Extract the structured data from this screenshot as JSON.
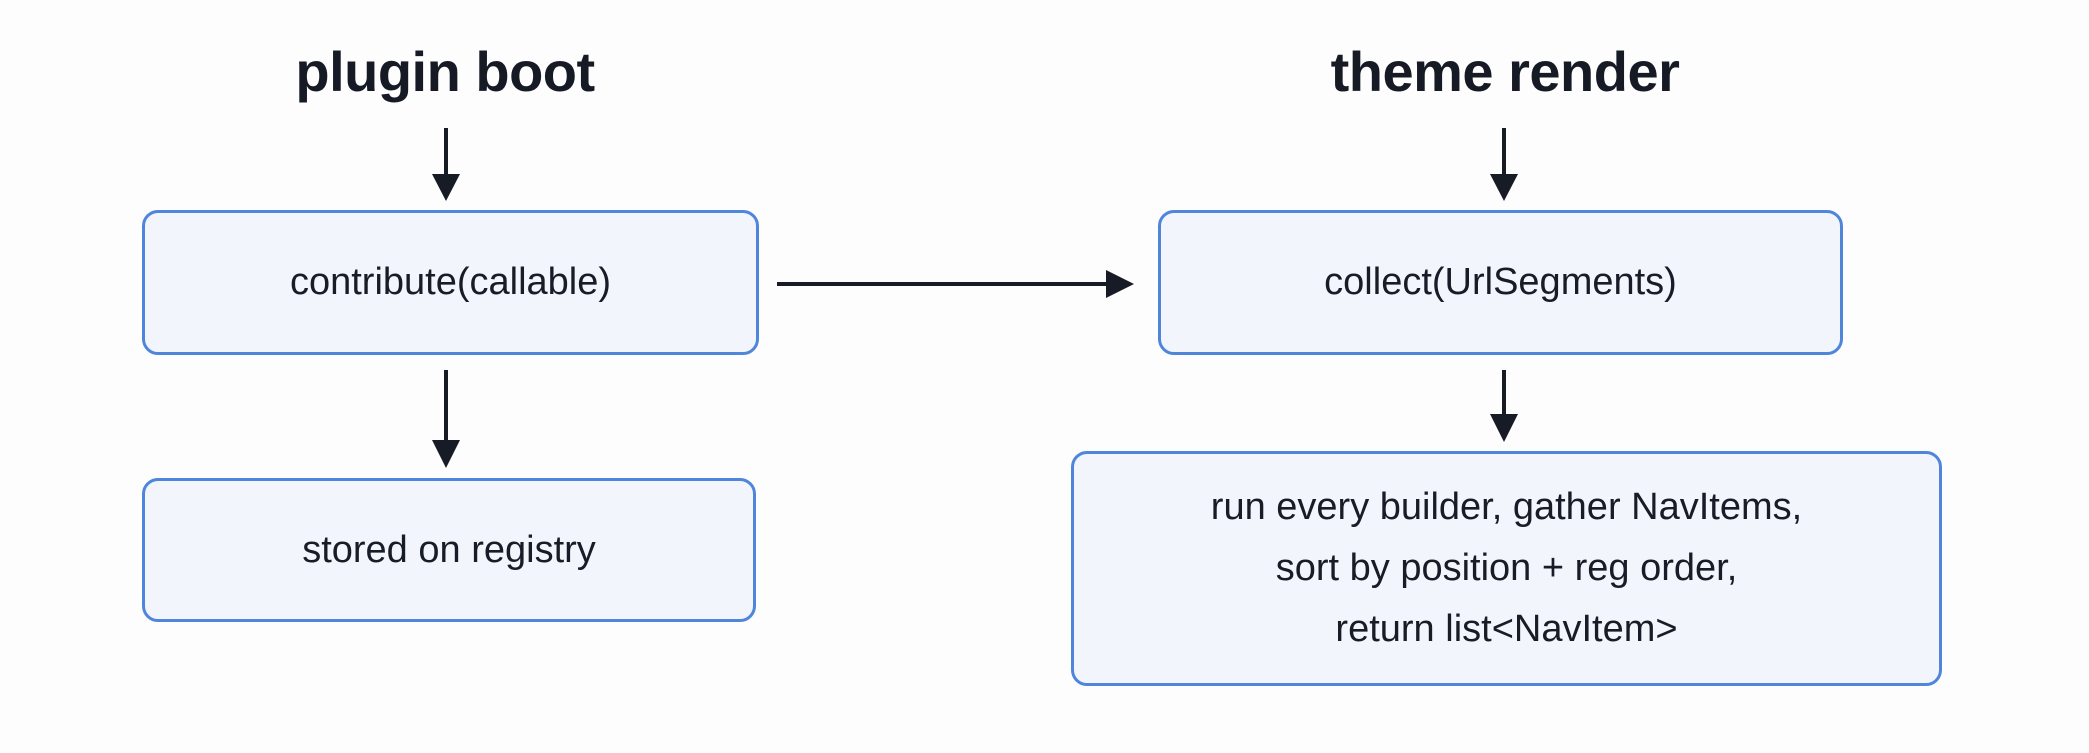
{
  "diagram": {
    "left_column": {
      "heading": "plugin boot",
      "box_top": {
        "text": "contribute(callable)"
      },
      "box_bottom": {
        "text": "stored on registry"
      }
    },
    "right_column": {
      "heading": "theme render",
      "box_top": {
        "text": "collect(UrlSegments)"
      },
      "box_bottom": {
        "lines": [
          "run every builder, gather NavItems,",
          "sort by position + reg order,",
          "return list<NavItem>"
        ]
      }
    },
    "colors": {
      "box_border": "#4f86db",
      "box_fill": "#f2f6fc",
      "arrow": "#161b26",
      "text": "#161b26"
    }
  }
}
